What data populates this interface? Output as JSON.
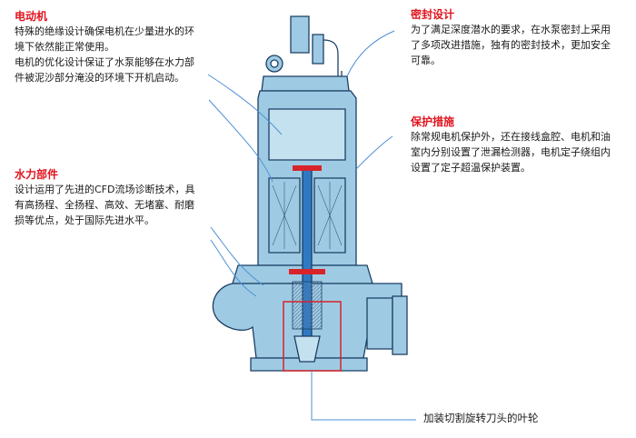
{
  "motor": {
    "title": "电动机",
    "lines": [
      "特殊的绝缘设计确保电机在少量进水的环",
      "境下依然能正常使用。",
      "电机的优化设计保证了水泵能够在水力部",
      "件被泥沙部分淹没的环境下开机启动。"
    ]
  },
  "hydraulic": {
    "title": "水力部件",
    "lines": [
      "设计运用了先进的CFD流场诊断技术，具",
      "有高扬程、全扬程、高效、无堵塞、耐磨",
      "损等优点，处于国际先进水平。"
    ]
  },
  "seal": {
    "title": "密封设计",
    "lines": [
      "为了满足深度潜水的要求，在水泵密封上采用",
      "了多项改进措施，独有的密封技术，更加安全",
      "可靠。"
    ]
  },
  "protection": {
    "title": "保护措施",
    "lines": [
      "除常规电机保护外，还在接线盒腔、电机和油",
      "室内分别设置了泄漏检测器，电机定子绕组内",
      "设置了定子超温保护装置。"
    ]
  },
  "impeller_caption": "加装切割旋转刀头的叶轮",
  "colors": {
    "title_red": "#e0141e",
    "pump_fill": "#9ecbe3",
    "pump_fill_light": "#c4e1ef",
    "pump_stroke": "#1c3f66",
    "leader_blue": "#4d8fd6",
    "highlight_red": "#d8232a"
  }
}
